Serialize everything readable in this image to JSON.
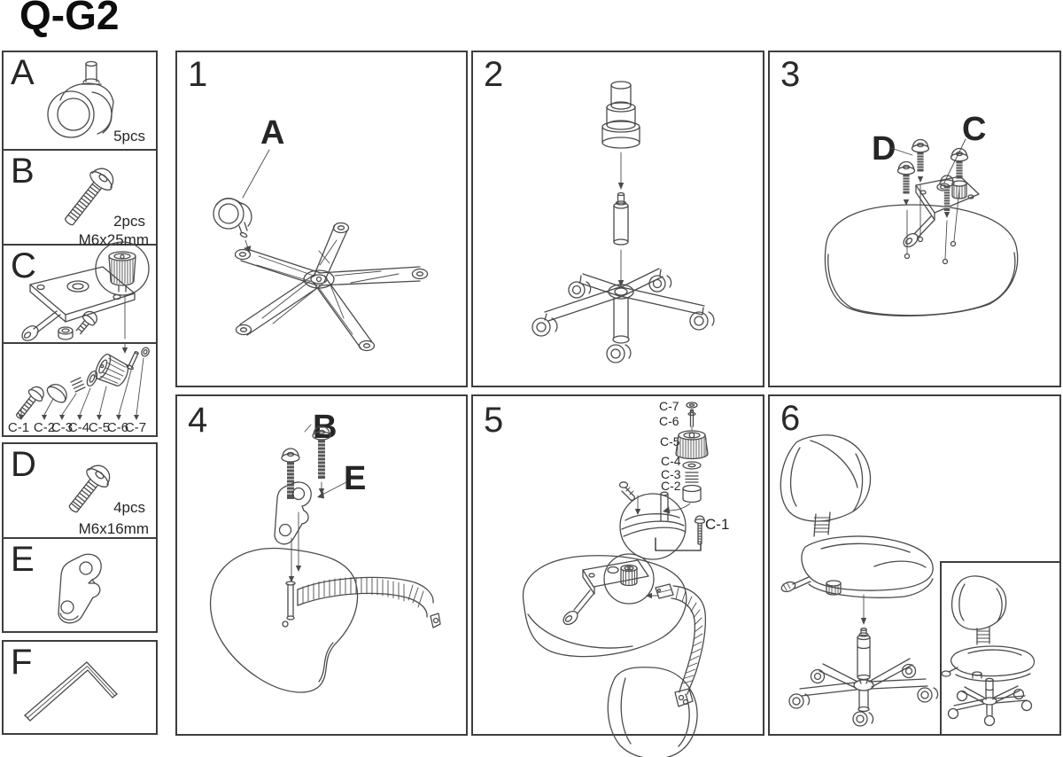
{
  "title": "Q-G2",
  "colors": {
    "line": "#4b4b4b",
    "text": "#2d2d2d",
    "border": "#3e3e3e",
    "background": "#ffffff"
  },
  "parts": {
    "a": {
      "label": "A",
      "qty": "5pcs"
    },
    "b": {
      "label": "B",
      "qty": "2pcs",
      "size": "M6x25mm"
    },
    "c": {
      "label": "C",
      "sub_labels": [
        "C-1",
        "C-2",
        "C-3",
        "C-4",
        "C-5",
        "C-6",
        "C-7"
      ]
    },
    "d": {
      "label": "D",
      "qty": "4pcs",
      "size": "M6x16mm"
    },
    "e": {
      "label": "E"
    },
    "f": {
      "label": "F"
    }
  },
  "steps": {
    "s1": {
      "number": "1",
      "callout_a": "A"
    },
    "s2": {
      "number": "2"
    },
    "s3": {
      "number": "3",
      "callout_d": "D",
      "callout_c": "C"
    },
    "s4": {
      "number": "4",
      "callout_b": "B",
      "callout_e": "E"
    },
    "s5": {
      "number": "5",
      "labels": {
        "c1": "C-1",
        "c2": "C-2",
        "c3": "C-3",
        "c4": "C-4",
        "c5": "C-5",
        "c6": "C-6",
        "c7": "C-7"
      }
    },
    "s6": {
      "number": "6"
    }
  }
}
